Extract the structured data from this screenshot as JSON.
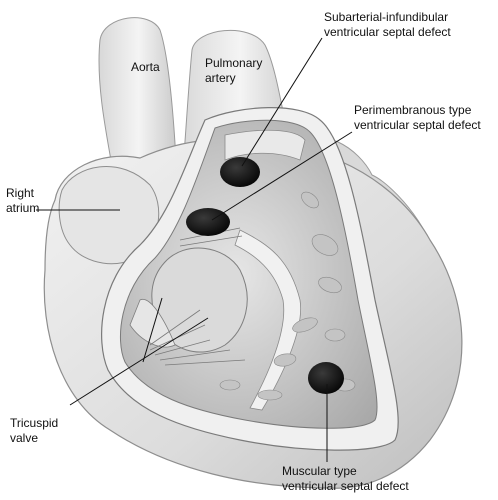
{
  "labels": {
    "aorta": "Aorta",
    "pulmonary_artery": "Pulmonary\nartery",
    "subarterial": "Subarterial-infundibular\nventricular septal defect",
    "perimembranous": "Perimembranous type\nventricular septal defect",
    "right_atrium": "Right\natrium",
    "tricuspid_valve": "Tricuspid\nvalve",
    "muscular": "Muscular type\nventricular septal defect"
  }
}
